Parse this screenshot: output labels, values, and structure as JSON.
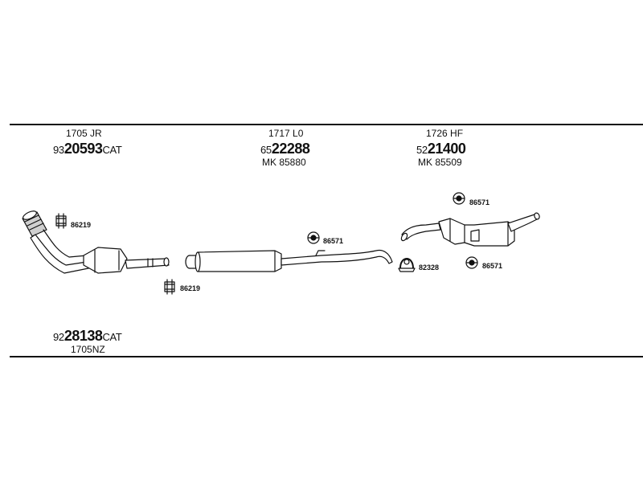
{
  "parts": {
    "front": {
      "code": "1705 JR",
      "pn_prefix": "93",
      "pn_main": "20593",
      "pn_suffix": "CAT"
    },
    "middle": {
      "code": "1717 L0",
      "pn_prefix": "65",
      "pn_main": "22288",
      "mk": "MK  85880"
    },
    "rear": {
      "code": "1726 HF",
      "pn_prefix": "52",
      "pn_main": "21400",
      "mk": "MK  85509"
    },
    "alt_cat": {
      "pn_prefix": "92",
      "pn_main": "28138",
      "pn_suffix": "CAT",
      "code": "1705NZ"
    }
  },
  "fittings": {
    "clamp_front_top": "86219",
    "clamp_front_bottom": "86219",
    "rubber_mount_mid": "86571",
    "clamp_rear": "82328",
    "rubber_mount_rear_top": "86571",
    "rubber_mount_rear_bottom": "86571"
  }
}
